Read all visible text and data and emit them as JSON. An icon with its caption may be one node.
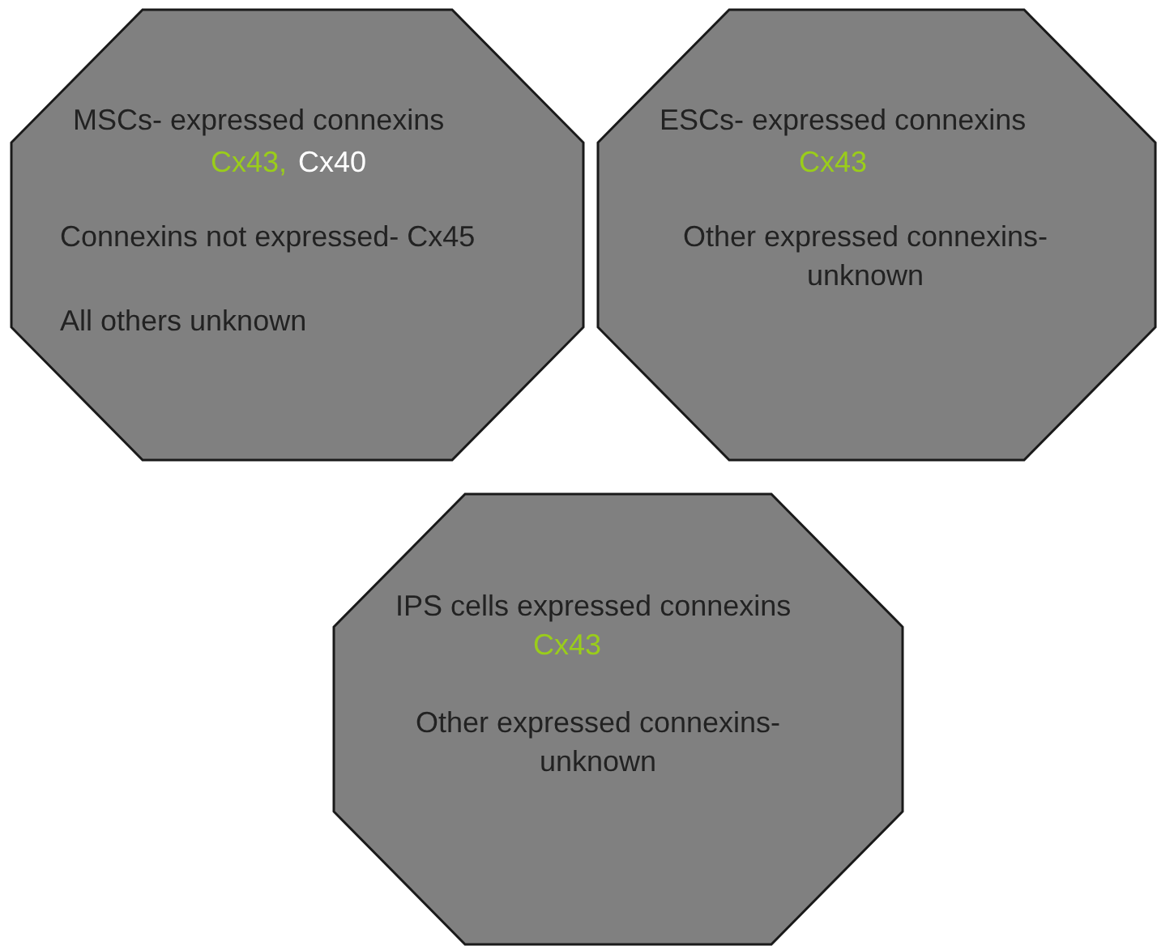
{
  "diagram": {
    "nodes": [
      {
        "text": [
          "MSCs- expressed connexins",
          "Cx43,",
          "Cx40",
          "Connexins not expressed- Cx45",
          "All others unknown"
        ]
      },
      {
        "text": [
          "ESCs- expressed connexins",
          "Cx43",
          "Other expressed connexins- unknown"
        ]
      },
      {
        "text": [
          "IPS cells expressed connexins",
          "Cx43",
          "Other expressed connexins- unknown"
        ]
      }
    ]
  }
}
